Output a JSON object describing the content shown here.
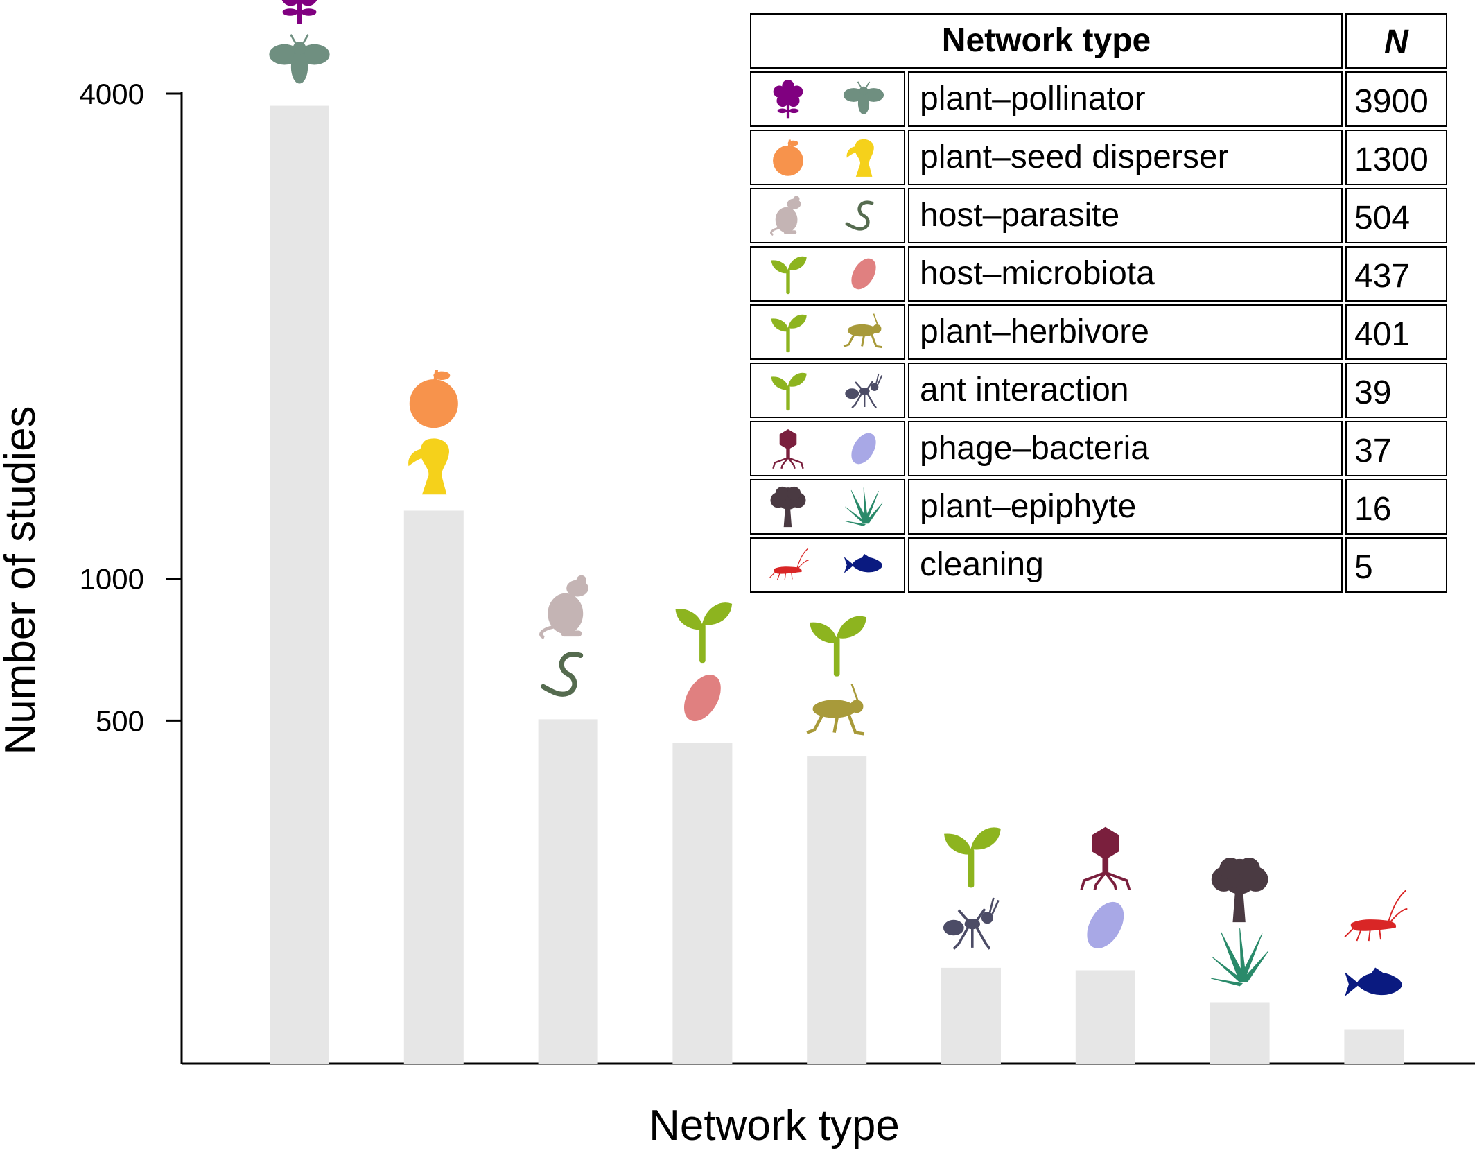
{
  "chart_data": {
    "type": "bar",
    "xlabel": "Network type",
    "ylabel": "Number of studies",
    "y_scale": "square-root",
    "y_ticks": [
      500,
      1000,
      4000
    ],
    "ylim": [
      0,
      4000
    ],
    "grid": false,
    "categories": [
      "plant–pollinator",
      "plant–seed disperser",
      "host–parasite",
      "host–microbiota",
      "plant–herbivore",
      "ant interaction",
      "phage–bacteria",
      "plant–epiphyte",
      "cleaning"
    ],
    "values": [
      3900,
      1300,
      504,
      437,
      401,
      39,
      37,
      16,
      5
    ],
    "bar_color": "#e6e6e6",
    "legend_table": {
      "position": "top-right",
      "header_type": "Network type",
      "header_n": "N",
      "rows": [
        {
          "label": "plant–pollinator",
          "n": "3900",
          "icons": [
            "flower-icon",
            "bee-icon"
          ],
          "colors": [
            "#800080",
            "#6f8f80"
          ]
        },
        {
          "label": "plant–seed disperser",
          "n": "1300",
          "icons": [
            "fruit-icon",
            "toucan-icon"
          ],
          "colors": [
            "#f7934c",
            "#f5d11b"
          ]
        },
        {
          "label": "host–parasite",
          "n": "504",
          "icons": [
            "rat-icon",
            "worm-icon"
          ],
          "colors": [
            "#c4b4b4",
            "#556b4f"
          ]
        },
        {
          "label": "host–microbiota",
          "n": "437",
          "icons": [
            "sprout-icon",
            "microbe-icon"
          ],
          "colors": [
            "#8db41f",
            "#e08080"
          ]
        },
        {
          "label": "plant–herbivore",
          "n": "401",
          "icons": [
            "sprout-icon",
            "grasshopper-icon"
          ],
          "colors": [
            "#8db41f",
            "#a89a3a"
          ]
        },
        {
          "label": "ant interaction",
          "n": "39",
          "icons": [
            "sprout-icon",
            "ant-icon"
          ],
          "colors": [
            "#8db41f",
            "#4c4c66"
          ]
        },
        {
          "label": "phage–bacteria",
          "n": "37",
          "icons": [
            "phage-icon",
            "bacterium-icon"
          ],
          "colors": [
            "#7a1f3d",
            "#a8a8e6"
          ]
        },
        {
          "label": "plant–epiphyte",
          "n": "16",
          "icons": [
            "tree-icon",
            "epiphyte-icon"
          ],
          "colors": [
            "#4a3a42",
            "#2a8a6a"
          ]
        },
        {
          "label": "cleaning",
          "n": "5",
          "icons": [
            "shrimp-icon",
            "fish-icon"
          ],
          "colors": [
            "#d92626",
            "#0a1a80"
          ]
        }
      ]
    }
  }
}
